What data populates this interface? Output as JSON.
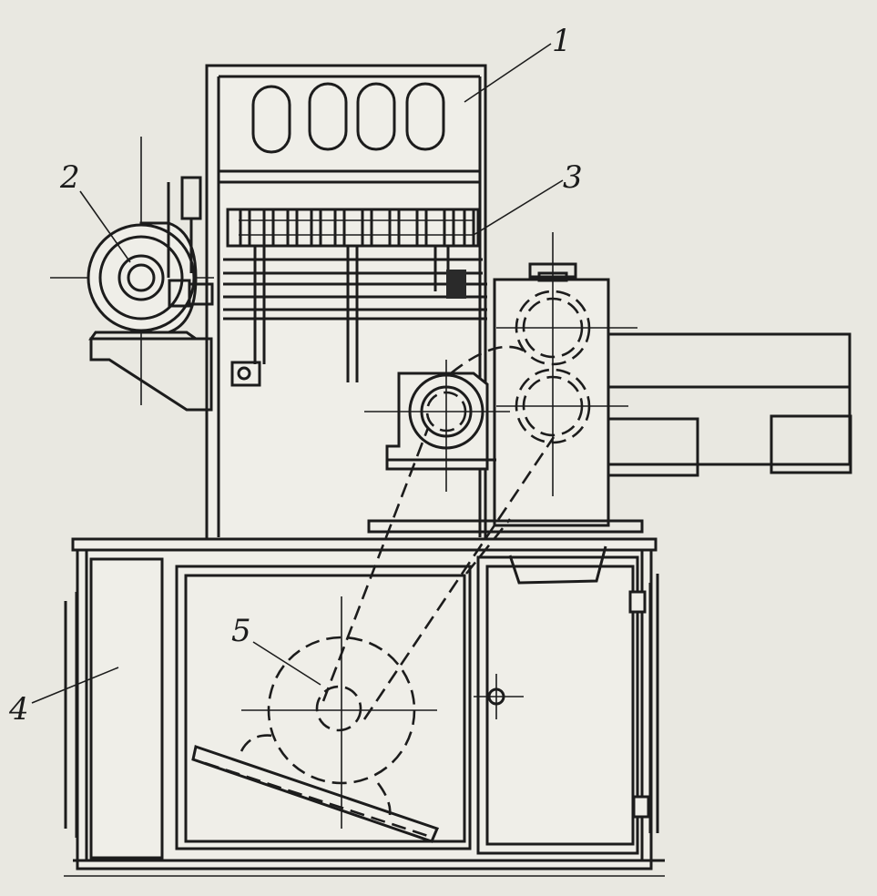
{
  "drawing": {
    "callouts": [
      {
        "id": "1",
        "label": "1"
      },
      {
        "id": "2",
        "label": "2"
      },
      {
        "id": "3",
        "label": "3"
      },
      {
        "id": "4",
        "label": "4"
      },
      {
        "id": "5",
        "label": "5"
      }
    ]
  }
}
